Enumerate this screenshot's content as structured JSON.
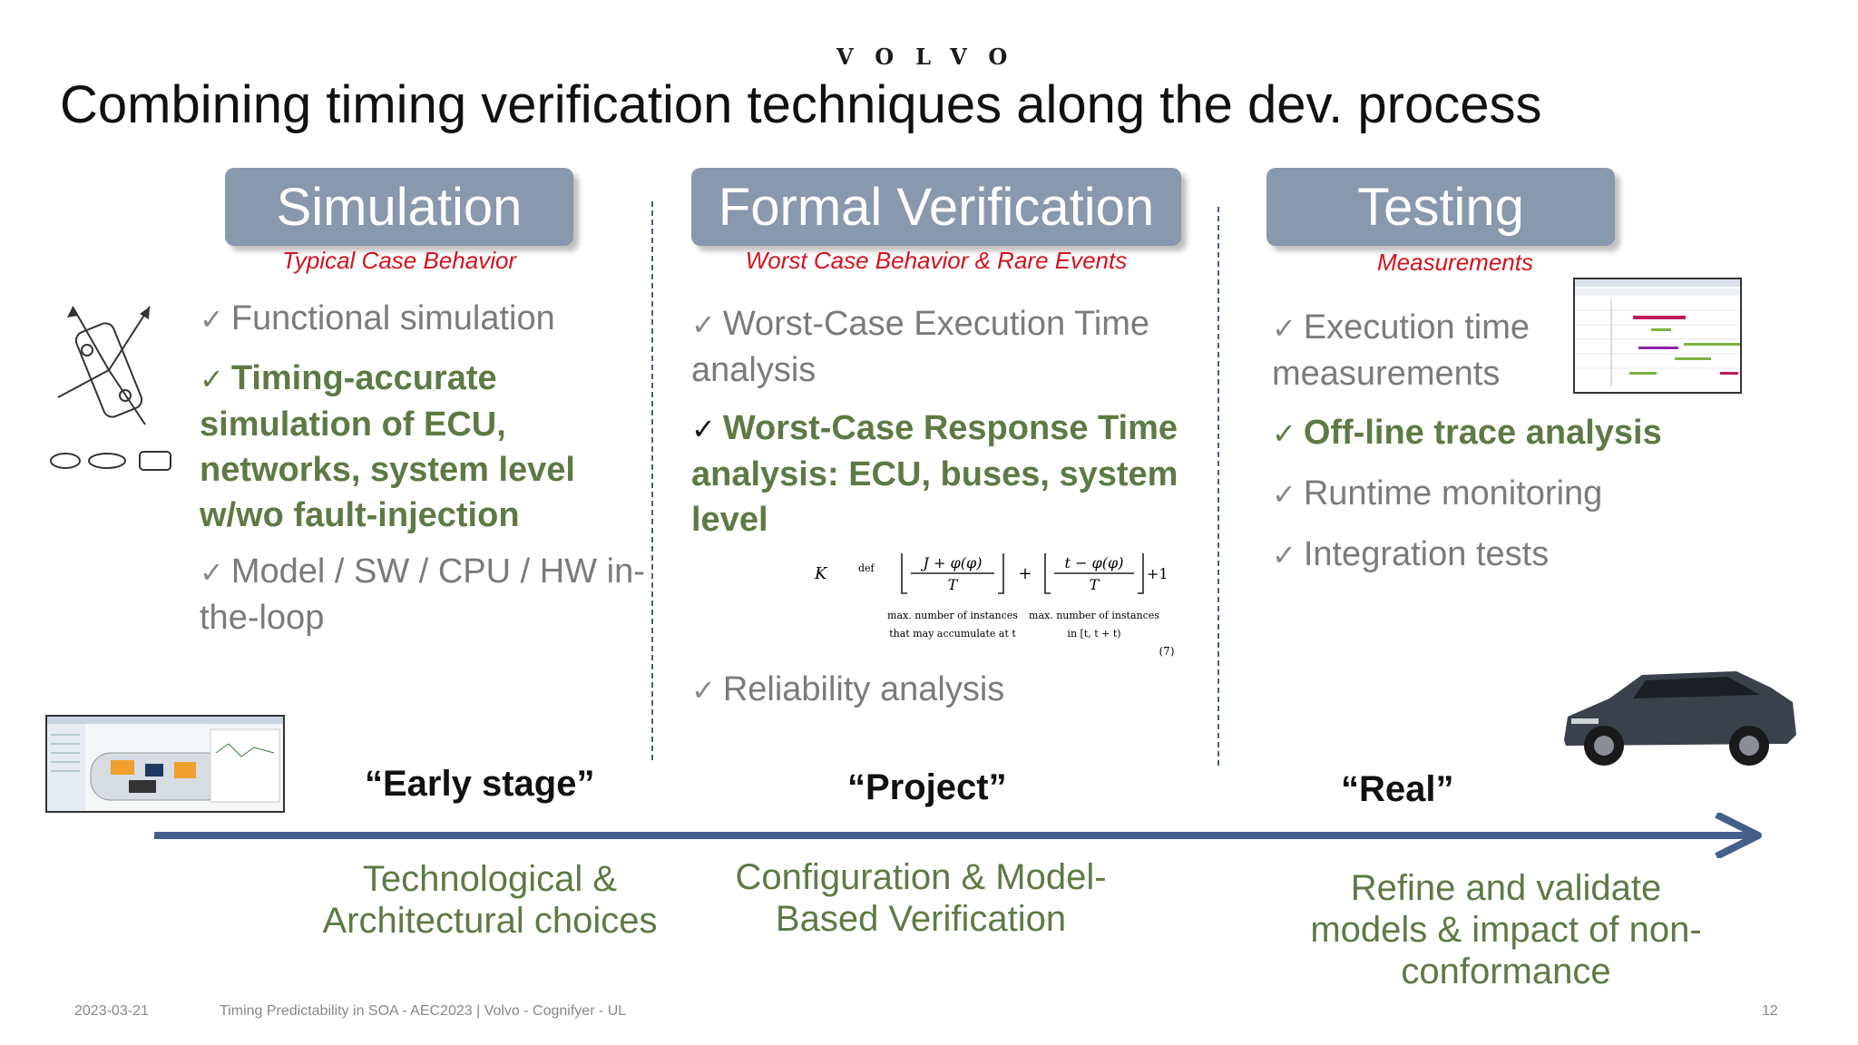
{
  "brand": {
    "logo": "VOLVO"
  },
  "slide": {
    "title": "Combining timing verification techniques along the dev. process"
  },
  "columns": [
    {
      "header": "Simulation",
      "subtitle": "Typical Case Behavior",
      "items": [
        {
          "check": "✓",
          "text": "Functional simulation"
        },
        {
          "check": "✓",
          "text": "Timing-accurate simulation of ECU, networks, system level w/wo fault-injection"
        },
        {
          "check": "✓",
          "text": "Model / SW / CPU / HW in-the-loop"
        }
      ]
    },
    {
      "header": "Formal Verification",
      "subtitle": "Worst Case Behavior & Rare Events",
      "items": [
        {
          "check": "✓",
          "text": "Worst-Case Execution Time analysis"
        },
        {
          "check": "✓",
          "text": "Worst-Case Response Time analysis: ECU, buses, system level"
        },
        {
          "check": "✓",
          "text": "Reliability analysis"
        }
      ],
      "formula": {
        "lhs": "K",
        "def": "def",
        "term1_label_1": "max. number of instances",
        "term1_label_2": "that may accumulate at t",
        "term2_label_1": "max. number of instances",
        "term2_label_2": "in [t, t + t)",
        "plus": "+",
        "plus_one": "+1",
        "eq_number": "(7)"
      }
    },
    {
      "header": "Testing",
      "subtitle": "Measurements",
      "items": [
        {
          "check": "✓",
          "text": "Execution time measurements"
        },
        {
          "check": "✓",
          "text": "Off-line trace analysis"
        },
        {
          "check": "✓",
          "text": "Runtime monitoring"
        },
        {
          "check": "✓",
          "text": "Integration tests"
        }
      ]
    }
  ],
  "timeline": {
    "stages": [
      "“Early stage”",
      "“Project”",
      "“Real”"
    ],
    "captions": [
      "Technological & Architectural choices",
      "Configuration & Model-Based Verification",
      "Refine and validate models & impact of non-conformance"
    ],
    "arrow_color": "#44608a"
  },
  "colors": {
    "header_bg": "#8898ad",
    "subtitle": "#d4121e",
    "green": "#5e7a44"
  },
  "footer": {
    "date": "2023-03-21",
    "text": "Timing Predictability in SOA - AEC2023 | Volvo - Cognifyer - UL",
    "page": "12"
  }
}
